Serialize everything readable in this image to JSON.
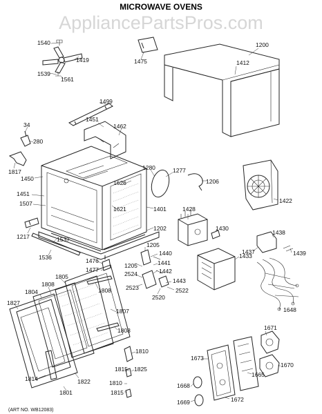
{
  "header": {
    "watermark": "AppliancePartsPros.com",
    "title": "MICROWAVE OVENS"
  },
  "footer": {
    "art_no": "(ART NO. WB12083)"
  },
  "parts": [
    {
      "id": "1540"
    },
    {
      "id": "1419"
    },
    {
      "id": "1539"
    },
    {
      "id": "1561"
    },
    {
      "id": "1475"
    },
    {
      "id": "1200"
    },
    {
      "id": "1412"
    },
    {
      "id": "1499"
    },
    {
      "id": "1451"
    },
    {
      "id": "1462"
    },
    {
      "id": "34"
    },
    {
      "id": "280"
    },
    {
      "id": "1817"
    },
    {
      "id": "1450"
    },
    {
      "id": "1451"
    },
    {
      "id": "1507"
    },
    {
      "id": "1280"
    },
    {
      "id": "1277"
    },
    {
      "id": "1206"
    },
    {
      "id": "1626"
    },
    {
      "id": "1621"
    },
    {
      "id": "1401"
    },
    {
      "id": "1422"
    },
    {
      "id": "1428"
    },
    {
      "id": "1430"
    },
    {
      "id": "1202"
    },
    {
      "id": "1217"
    },
    {
      "id": "1537"
    },
    {
      "id": "1536"
    },
    {
      "id": "1205"
    },
    {
      "id": "1438"
    },
    {
      "id": "1437"
    },
    {
      "id": "1439"
    },
    {
      "id": "1476"
    },
    {
      "id": "1477"
    },
    {
      "id": "1440"
    },
    {
      "id": "1205"
    },
    {
      "id": "1441"
    },
    {
      "id": "1442"
    },
    {
      "id": "1433"
    },
    {
      "id": "1805"
    },
    {
      "id": "2524"
    },
    {
      "id": "1443"
    },
    {
      "id": "1808"
    },
    {
      "id": "1808"
    },
    {
      "id": "1804"
    },
    {
      "id": "2523"
    },
    {
      "id": "2520"
    },
    {
      "id": "2522"
    },
    {
      "id": "1827"
    },
    {
      "id": "1807"
    },
    {
      "id": "1648"
    },
    {
      "id": "1808"
    },
    {
      "id": "1671"
    },
    {
      "id": "1810"
    },
    {
      "id": "1815"
    },
    {
      "id": "1825"
    },
    {
      "id": "1673"
    },
    {
      "id": "1670"
    },
    {
      "id": "1665"
    },
    {
      "id": "1814"
    },
    {
      "id": "1822"
    },
    {
      "id": "1810"
    },
    {
      "id": "1668"
    },
    {
      "id": "1815"
    },
    {
      "id": "1801"
    },
    {
      "id": "1669"
    },
    {
      "id": "1672"
    }
  ]
}
